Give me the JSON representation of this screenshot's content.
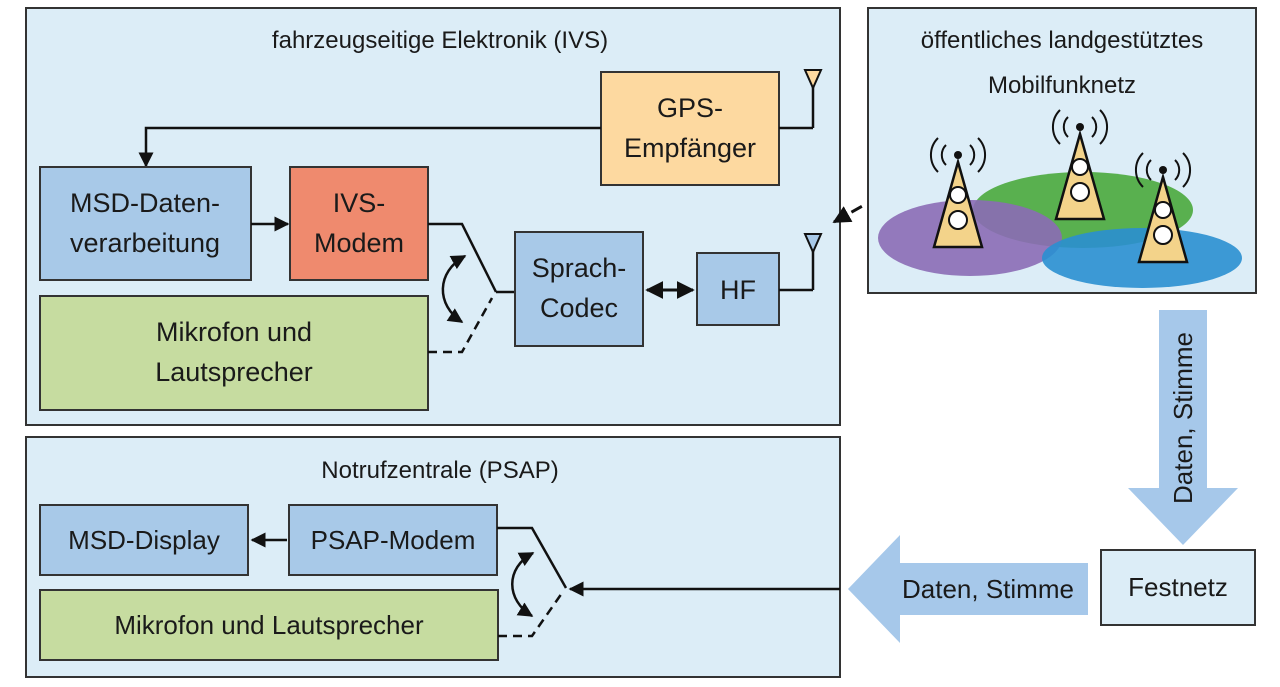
{
  "ivs": {
    "title": "fahrzeugseitige Elektronik (IVS)",
    "gps": [
      "GPS-",
      "Empfänger"
    ],
    "msd": [
      "MSD-Daten-",
      "verarbeitung"
    ],
    "modem": [
      "IVS-",
      "Modem"
    ],
    "codec": [
      "Sprach-",
      "Codec"
    ],
    "hf": "HF",
    "mic": [
      "Mikrofon und",
      "Lautsprecher"
    ]
  },
  "network": {
    "title": [
      "öffentliches landgestütztes",
      "Mobilfunknetz"
    ]
  },
  "psap": {
    "title": "Notrufzentrale (PSAP)",
    "display": "MSD-Display",
    "modem": "PSAP-Modem",
    "mic": "Mikrofon und Lautsprecher"
  },
  "festnetz": "Festnetz",
  "flow_vertical": "Daten, Stimme",
  "flow_horizontal": "Daten, Stimme",
  "colors": {
    "panel": "#dcedf7",
    "blue_box": "#a8c9e8",
    "orange_box": "#ef8a6e",
    "gps_box": "#fdd9a0",
    "green_box": "#c6dca0",
    "flow_arrow": "#a6c8ea",
    "zone_purple": "#8b6bb5",
    "zone_green": "#4aa83c",
    "zone_blue": "#2a8fd0"
  }
}
